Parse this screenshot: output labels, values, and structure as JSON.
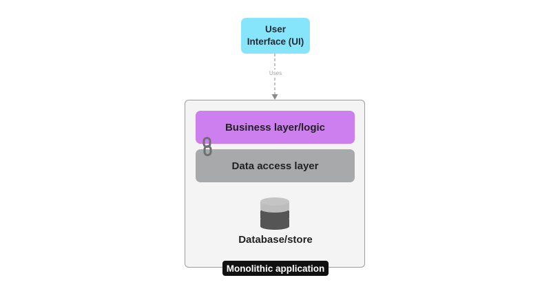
{
  "nodes": {
    "ui": {
      "label": "User\nInterface (UI)",
      "color": "#86e4fb"
    },
    "business_layer": {
      "label": "Business layer/logic",
      "color": "#cd7ff0"
    },
    "data_access_layer": {
      "label": "Data access layer",
      "color": "#a7a9aa"
    },
    "database": {
      "label": "Database/store",
      "icon": "database-icon"
    }
  },
  "edges": [
    {
      "from": "ui",
      "to": "monolith",
      "label": "Uses",
      "style": "dashed"
    }
  ],
  "container": {
    "label": "Monolithic application",
    "fill": "#f4f4f4",
    "tag_color": "#111111"
  },
  "icons": {
    "link": "link-icon"
  }
}
